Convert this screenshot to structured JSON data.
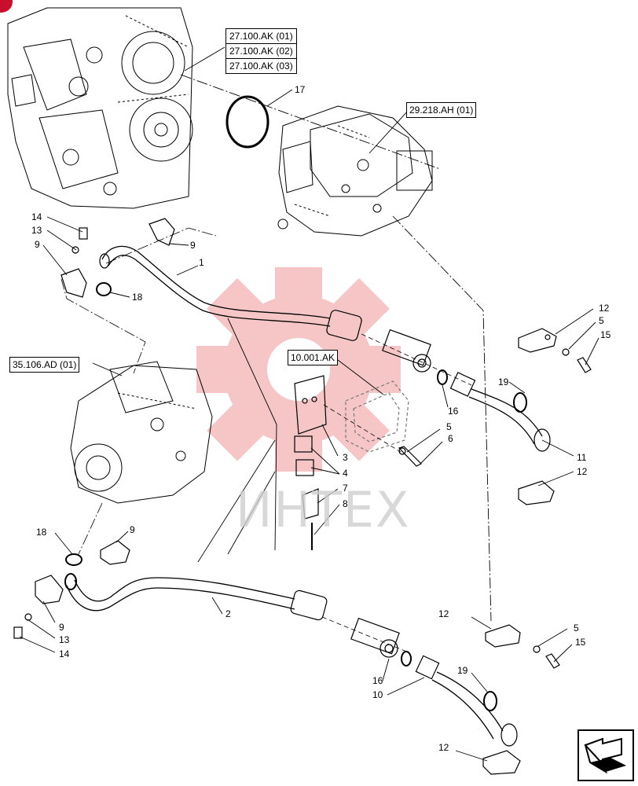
{
  "references": {
    "transmission_stack": [
      "27.100.AK (01)",
      "27.100.AK (02)",
      "27.100.AK (03)"
    ],
    "pump": "29.218.AH (01)",
    "pump_lower": "35.106.AD (01)",
    "bracket": "10.001.AK"
  },
  "callouts": {
    "c17": "17",
    "c14a": "14",
    "c13a": "13",
    "c9a": "9",
    "c9b": "9",
    "c1": "1",
    "c18a": "18",
    "c12a": "12",
    "c5a": "5",
    "c15a": "15",
    "c19a": "19",
    "c16a": "16",
    "c5b": "5",
    "c6": "6",
    "c3": "3",
    "c4": "4",
    "c7": "7",
    "c8": "8",
    "c11": "11",
    "c12b": "12",
    "c18b": "18",
    "c9c": "9",
    "c9d": "9",
    "c13b": "13",
    "c14b": "14",
    "c2": "2",
    "c12c": "12",
    "c5c": "5",
    "c15b": "15",
    "c16b": "16",
    "c10": "10",
    "c19b": "19",
    "c12d": "12"
  },
  "watermark": "ИНТЕХ",
  "colors": {
    "line": "#000000",
    "watermark_gear": "#f2a0a0",
    "badge": "#c8102e"
  }
}
